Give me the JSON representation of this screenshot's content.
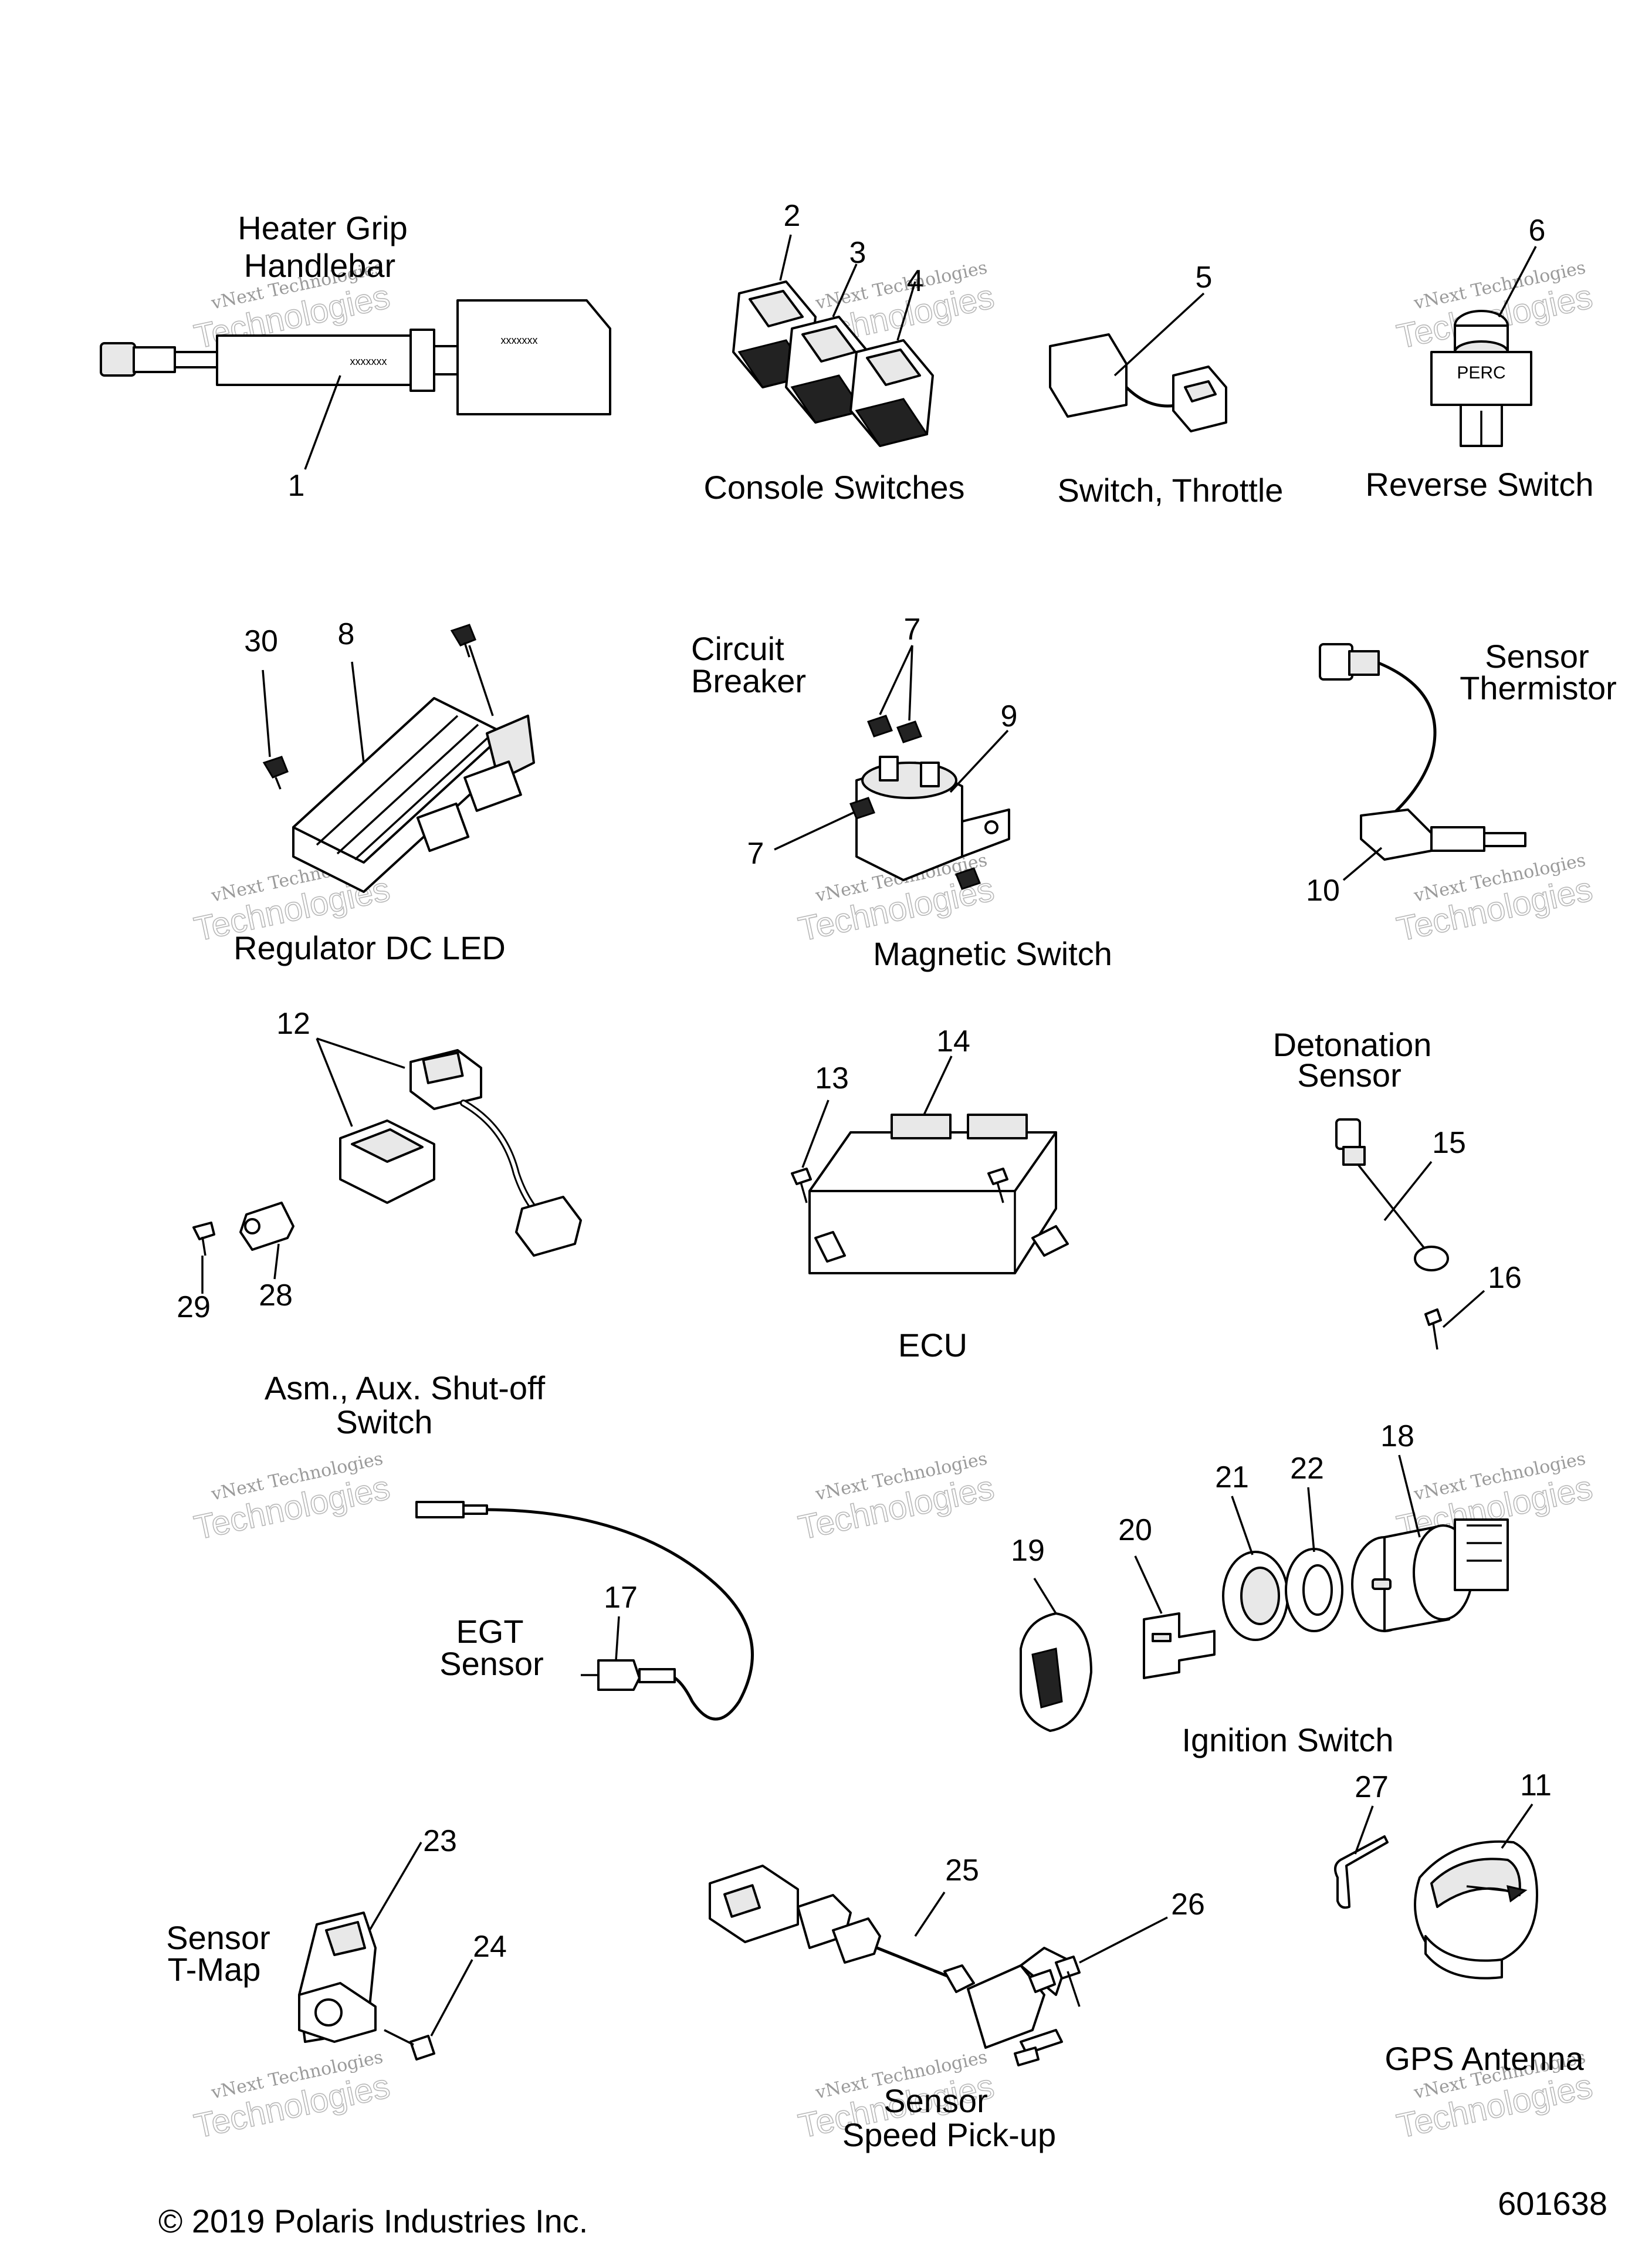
{
  "captions": {
    "heater_grip": [
      "Heater Grip",
      "Handlebar"
    ],
    "console_switches": "Console Switches",
    "switch_throttle": "Switch, Throttle",
    "reverse_switch": "Reverse Switch",
    "regulator": "Regulator DC LED",
    "circuit_breaker": [
      "Circuit",
      "Breaker"
    ],
    "magnetic_switch": "Magnetic Switch",
    "sensor_thermistor": [
      "Sensor",
      "Thermistor"
    ],
    "aux_shutoff": [
      "Asm., Aux. Shut-off",
      "Switch"
    ],
    "ecu": "ECU",
    "detonation": [
      "Detonation",
      "Sensor"
    ],
    "egt": [
      "EGT",
      "Sensor"
    ],
    "ignition": "Ignition Switch",
    "tmap": [
      "Sensor",
      "T-Map"
    ],
    "speed_pickup": [
      "Sensor",
      "Speed Pick-up"
    ],
    "gps": "GPS Antenna"
  },
  "callouts": {
    "c1": "1",
    "c2": "2",
    "c3": "3",
    "c4": "4",
    "c5": "5",
    "c6": "6",
    "c7a": "7",
    "c7b": "7",
    "c8": "8",
    "c9": "9",
    "c10": "10",
    "c11": "11",
    "c12": "12",
    "c13": "13",
    "c14": "14",
    "c15": "15",
    "c16": "16",
    "c17": "17",
    "c18": "18",
    "c19": "19",
    "c20": "20",
    "c21": "21",
    "c22": "22",
    "c23": "23",
    "c24": "24",
    "c25": "25",
    "c26": "26",
    "c27": "27",
    "c28": "28",
    "c29": "29",
    "c30": "30"
  },
  "part_markings": {
    "grip_code": "xxxxxxx",
    "grip_code2": "xxxxxxx",
    "perc": "PERC"
  },
  "watermark": {
    "line1": "vNext Technologies",
    "line2": "Technologies"
  },
  "footer": {
    "copyright": "© 2019 Polaris Industries Inc.",
    "diagram_number": "601638"
  }
}
